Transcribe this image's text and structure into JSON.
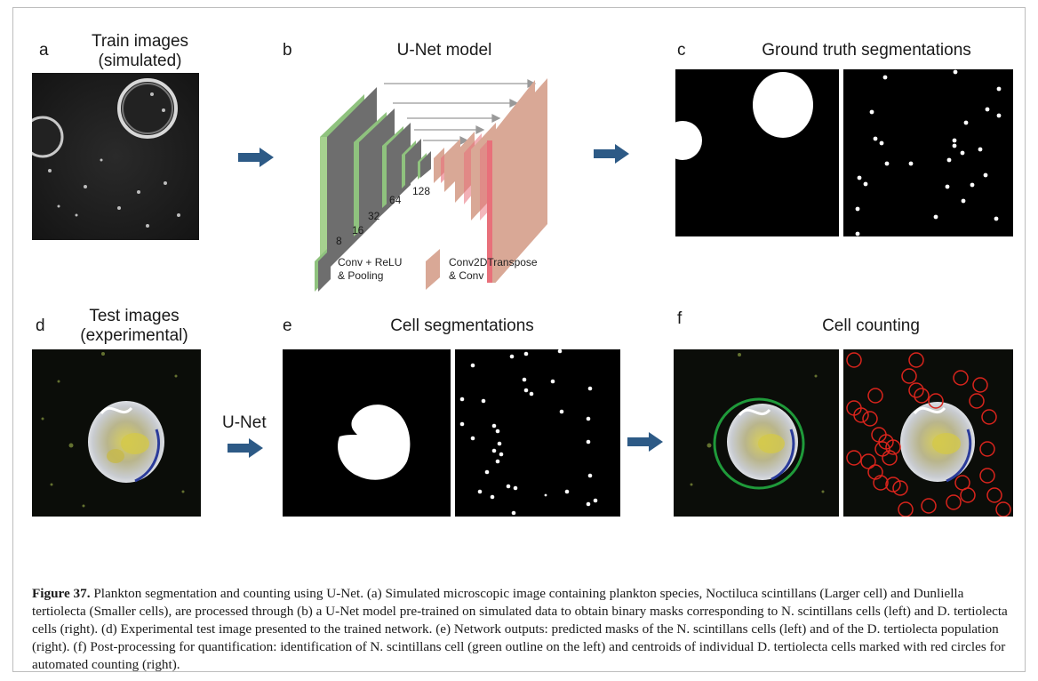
{
  "panels": {
    "a": {
      "letter": "a",
      "title_line1": "Train images",
      "title_line2": "(simulated)"
    },
    "b": {
      "letter": "b",
      "title": "U-Net model"
    },
    "c": {
      "letter": "c",
      "title": "Ground truth segmentations"
    },
    "d": {
      "letter": "d",
      "title_line1": "Test images",
      "title_line2": "(experimental)"
    },
    "e": {
      "letter": "e",
      "title": "Cell segmentations"
    },
    "f": {
      "letter": "f",
      "title": "Cell counting"
    }
  },
  "unet": {
    "arrow_label": "U-Net",
    "filter_labels": [
      "8",
      "16",
      "32",
      "64",
      "128"
    ],
    "legend": {
      "encoder_line1": "Conv + ReLU",
      "encoder_line2": "& Pooling",
      "decoder_line1": "Conv2DTranspose",
      "decoder_line2": "& Conv"
    }
  },
  "colors": {
    "arrow": "#2d5a86",
    "encoder_green": "#8fc27e",
    "encoder_gray": "#6e6e6e",
    "decoder_salmon": "#d9a896",
    "decoder_red": "#e8707a",
    "nucleus_outline": "#1f9a3a",
    "cell_circle": "#d9241c"
  },
  "caption": {
    "label": "Figure 37.",
    "text": " Plankton segmentation and counting using U-Net. (a) Simulated microscopic image containing plankton species, Noctiluca scintillans (Larger cell) and Dunliella tertiolecta (Smaller cells), are processed through (b) a U-Net model pre-trained on simulated data to obtain binary masks corresponding to N. scintillans cells (left) and D. tertiolecta cells (right). (d) Experimental test image presented to the trained network. (e) Network outputs: predicted masks of the N. scintillans cells (left) and of the D. tertiolecta population (right). (f) Post-processing for quantification: identification of N. scintillans cell (green outline on the left) and centroids of individual D. tertiolecta cells marked with red circles for automated counting (right)."
  }
}
